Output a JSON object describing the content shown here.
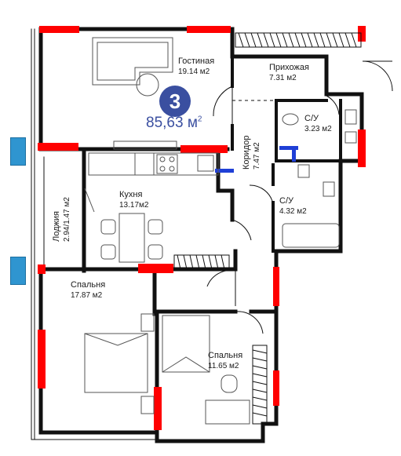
{
  "unit": {
    "number": "3",
    "total_area": "85,63",
    "total_unit": "м",
    "total_sup": "2"
  },
  "rooms": {
    "living": {
      "name": "Гостиная",
      "area": "19.14 м2"
    },
    "hall": {
      "name": "Прихожая",
      "area": "7.31 м2"
    },
    "wc1": {
      "name": "С/У",
      "area": "3.23 м2"
    },
    "corridor": {
      "name": "Коридор",
      "area": "7.47 м2"
    },
    "kitchen": {
      "name": "Кухня",
      "area": "13.17м2"
    },
    "wc2": {
      "name": "С/У",
      "area": "4.32 м2"
    },
    "loggia": {
      "name": "Лоджия",
      "area": "2.94/1.47 м2"
    },
    "bedroom1": {
      "name": "Спальня",
      "area": "17.87 м2"
    },
    "bedroom2": {
      "name": "Спальня",
      "area": "11.65 м2"
    }
  },
  "colors": {
    "wall": "#111111",
    "window": "#ff0000",
    "badge": "#3a4fa0",
    "marker": "#2f95d0",
    "blue_wall": "#1f3fd6"
  }
}
